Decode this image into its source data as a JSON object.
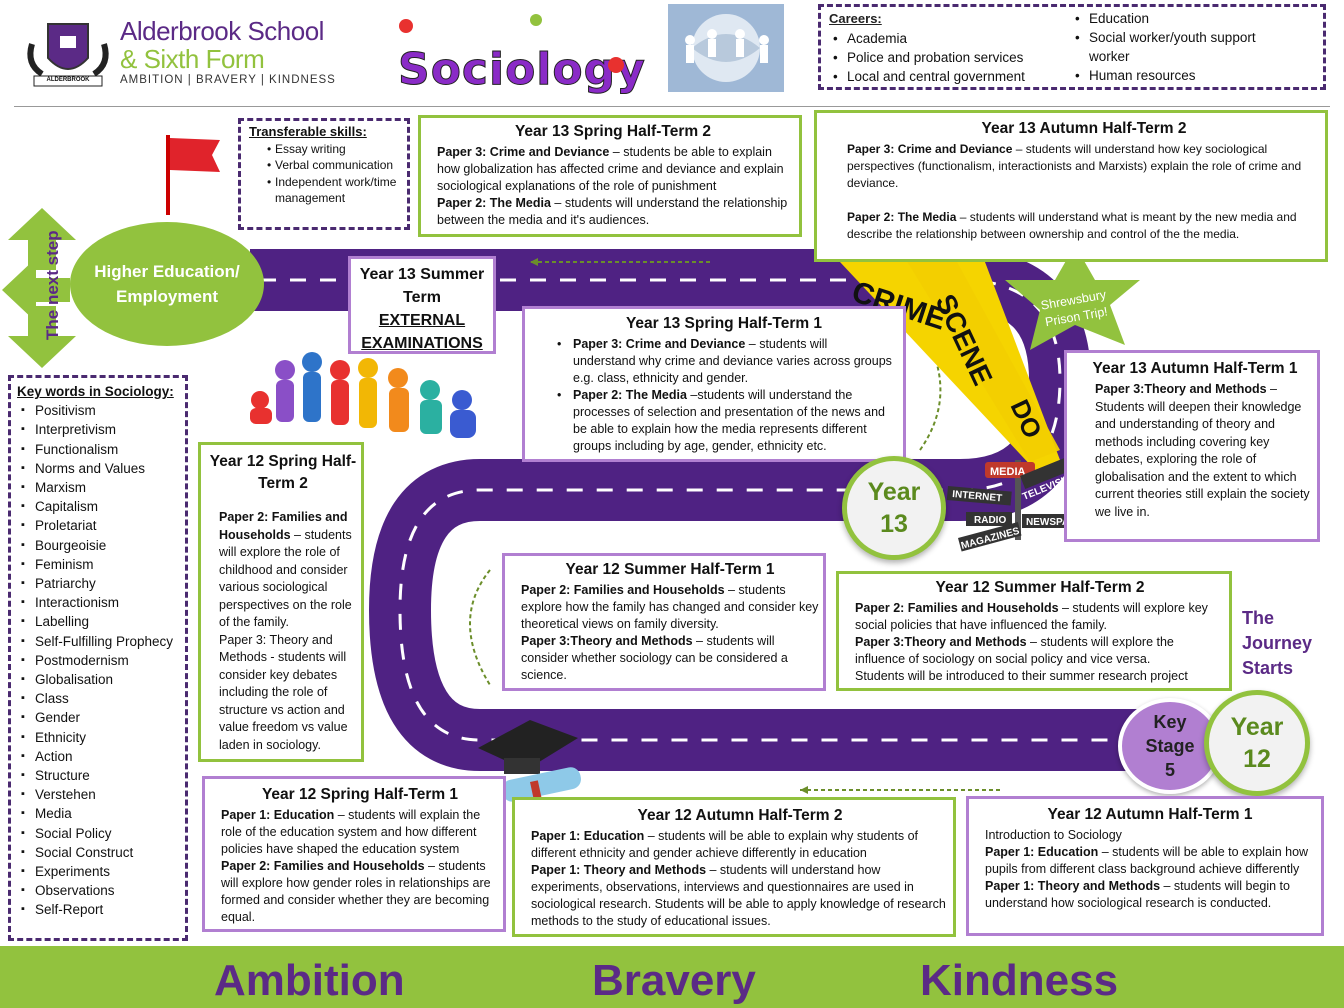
{
  "school": {
    "name_line1": "Alderbrook School",
    "name_line2": "& Sixth Form",
    "motto": "AMBITION | BRAVERY | KINDNESS",
    "crest_text": "ALDERBROOK"
  },
  "subject_logo": "Sociology",
  "careers": {
    "title": "Careers:",
    "col1": [
      "Academia",
      "Police and probation  services",
      "Local and central government"
    ],
    "col2": [
      "Education",
      "Social worker/youth  support worker",
      "Human resources"
    ]
  },
  "transferable": {
    "title": "Transferable skills:",
    "items": [
      "Essay writing",
      "Verbal communication",
      "Independent work/time management"
    ]
  },
  "next_step": "The next step",
  "higher_ed": "Higher Education/ Employment",
  "y13_summer": {
    "title": "Year 13 Summer Term",
    "sub": "EXTERNAL EXAMINATIONS"
  },
  "y13_spring2": {
    "title": "Year 13 Spring Half-Term 2",
    "items": [
      {
        "b": "Paper 3: Crime and Deviance",
        "t": " – students be able to explain how globalization has affected crime and deviance and explain sociological explanations of the role of punishment"
      },
      {
        "b": "Paper 2: The Media",
        "t": " – students will understand the relationship between the media and it's audiences."
      }
    ]
  },
  "y13_autumn2": {
    "title": "Year 13 Autumn Half-Term 2",
    "items": [
      {
        "b": "Paper 3: Crime and Deviance",
        "t": " – students will understand  how key sociological perspectives (functionalism,  interactionists and Marxists) explain the role of crime and deviance."
      },
      {
        "b": "Paper 2: The Media",
        "t": " – students will understand  what is meant by the new media and describe  the relationship between ownership and control of the the media."
      }
    ]
  },
  "y13_spring1": {
    "title": "Year 13 Spring Half-Term 1",
    "items": [
      {
        "b": "Paper 3: Crime and Deviance",
        "t": " – students will understand why crime and deviance varies across groups e.g. class, ethnicity and gender."
      },
      {
        "b": "Paper 2: The Media",
        "t": " –students will understand the processes of selection and presentation of the news and be able to explain how the media represents different groups including by age, gender, ethnicity etc."
      }
    ]
  },
  "y13_autumn1": {
    "title": "Year 13 Autumn Half-Term 1",
    "b": "Paper 3:Theory and Methods",
    "t": " – Students will deepen their knowledge and understanding of theory and methods including covering key debates, exploring the role of globalisation and the extent to which current theories still explain the society we live in."
  },
  "prison_trip": "Shrewsbury Prison Trip!",
  "crime_tape": [
    "CRIME",
    "SCENE",
    "DO"
  ],
  "media_sign": [
    "MEDIA",
    "INTERNET",
    "TELEVISION",
    "RADIO",
    "NEWSPAPERS",
    "MAGAZINES"
  ],
  "year13_circle": {
    "line1": "Year",
    "line2": "13"
  },
  "year12_circle": {
    "line1": "Year",
    "line2": "12"
  },
  "ks5_circle": {
    "line1": "Key",
    "line2": "Stage",
    "line3": "5"
  },
  "journey": "The Journey Starts",
  "keywords": {
    "title": "Key words in Sociology:",
    "items": [
      "Positivism",
      "Interpretivism",
      "Functionalism",
      "Norms  and Values",
      "Marxism",
      "Capitalism",
      "Proletariat",
      "Bourgeoisie",
      "Feminism",
      "Patriarchy",
      "Interactionism",
      "Labelling",
      "Self-Fulfilling Prophecy",
      "Postmodernism",
      "Globalisation",
      "Class",
      "Gender",
      "Ethnicity",
      "Action",
      "Structure",
      "Verstehen",
      "Media",
      "Social Policy",
      "Social Construct",
      "Experiments",
      "Observations",
      "Self-Report"
    ]
  },
  "y12_spring2": {
    "title": "Year 12 Spring Half-Term 2",
    "b": "Paper 2: Families and Households",
    "t": " – students will explore the role of childhood and consider various sociological perspectives on the role of the family.",
    "t2": "Paper 3:  Theory and Methods -  students will consider key debates including the role of structure vs action and value freedom vs value laden in sociology."
  },
  "y12_summer1": {
    "title": "Year 12 Summer Half-Term 1",
    "items": [
      {
        "b": "Paper 2: Families and Households",
        "t": " – students explore how the family has changed and consider key theoretical views on family diversity."
      },
      {
        "b": "Paper 3:Theory and Methods",
        "t": " – students will consider whether sociology can be considered a science."
      }
    ]
  },
  "y12_summer2": {
    "title": "Year 12 Summer Half-Term 2",
    "items": [
      {
        "b": "Paper 2: Families and Households",
        "t": " – students will explore key social policies that have influenced the family."
      },
      {
        "b": "Paper 3:Theory and Methods",
        "t": " – students will explore the influence of sociology on social policy and vice versa."
      },
      {
        "b": "",
        "t": "Students will be introduced to their summer research project"
      }
    ]
  },
  "y12_spring1": {
    "title": "Year 12 Spring Half-Term 1",
    "items": [
      {
        "b": "Paper 1: Education",
        "t": " – students will explain the role of the education system and how different policies have shaped the education system"
      },
      {
        "b": "Paper 2: Families and Households",
        "t": " – students will explore how gender roles in relationships are formed and consider whether they are becoming equal."
      }
    ]
  },
  "y12_autumn2": {
    "title": "Year 12 Autumn Half-Term 2",
    "items": [
      {
        "b": "Paper 1: Education",
        "t": " – students will be able to explain why students of different ethnicity and gender achieve differently in education"
      },
      {
        "b": "Paper 1: Theory and Methods",
        "t": " – students will understand how experiments, observations, interviews and questionnaires are used in sociological research.  Students will be able to apply knowledge of research methods to the study of educational issues."
      }
    ]
  },
  "y12_autumn1": {
    "title": "Year 12 Autumn Half-Term 1",
    "intro": "Introduction to Sociology",
    "items": [
      {
        "b": "Paper 1: Education",
        "t": " – students will be able to explain how pupils from different class background achieve differently"
      },
      {
        "b": "Paper 1: Theory and Methods",
        "t": " – students will begin to understand how sociological research is conducted."
      }
    ]
  },
  "footer": [
    "Ambition",
    "Bravery",
    "Kindness"
  ],
  "colors": {
    "green": "#92c23e",
    "purple": "#5b2a86",
    "lilac": "#b17fd1",
    "road": "#4f2283"
  }
}
